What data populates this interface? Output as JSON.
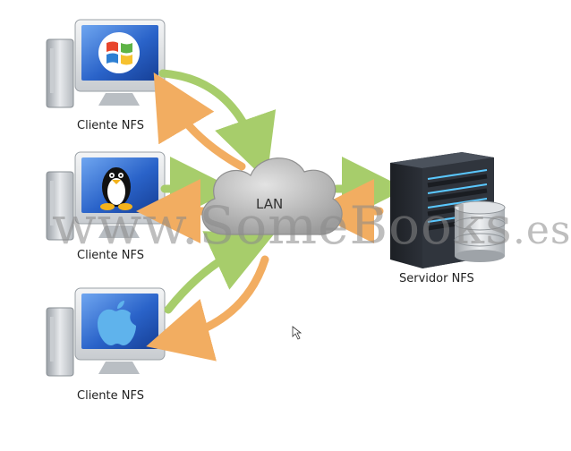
{
  "nodes": {
    "client_windows": {
      "label": "Cliente NFS",
      "os_icon": "windows-logo-icon"
    },
    "client_linux": {
      "label": "Cliente NFS",
      "os_icon": "tux-penguin-icon"
    },
    "client_mac": {
      "label": "Cliente NFS",
      "os_icon": "apple-logo-icon"
    },
    "lan": {
      "label": "LAN"
    },
    "server": {
      "label": "Servidor NFS"
    }
  },
  "watermark": {
    "part1": "www.",
    "part2": "SomeBooks",
    "part3": ".es"
  },
  "colors": {
    "arrow_green": "#a7cd6b",
    "arrow_orange": "#f2ad61",
    "cloud": "#b8b8b8",
    "screen_blue": "#2a63c9",
    "server_dark": "#2b2f36"
  }
}
